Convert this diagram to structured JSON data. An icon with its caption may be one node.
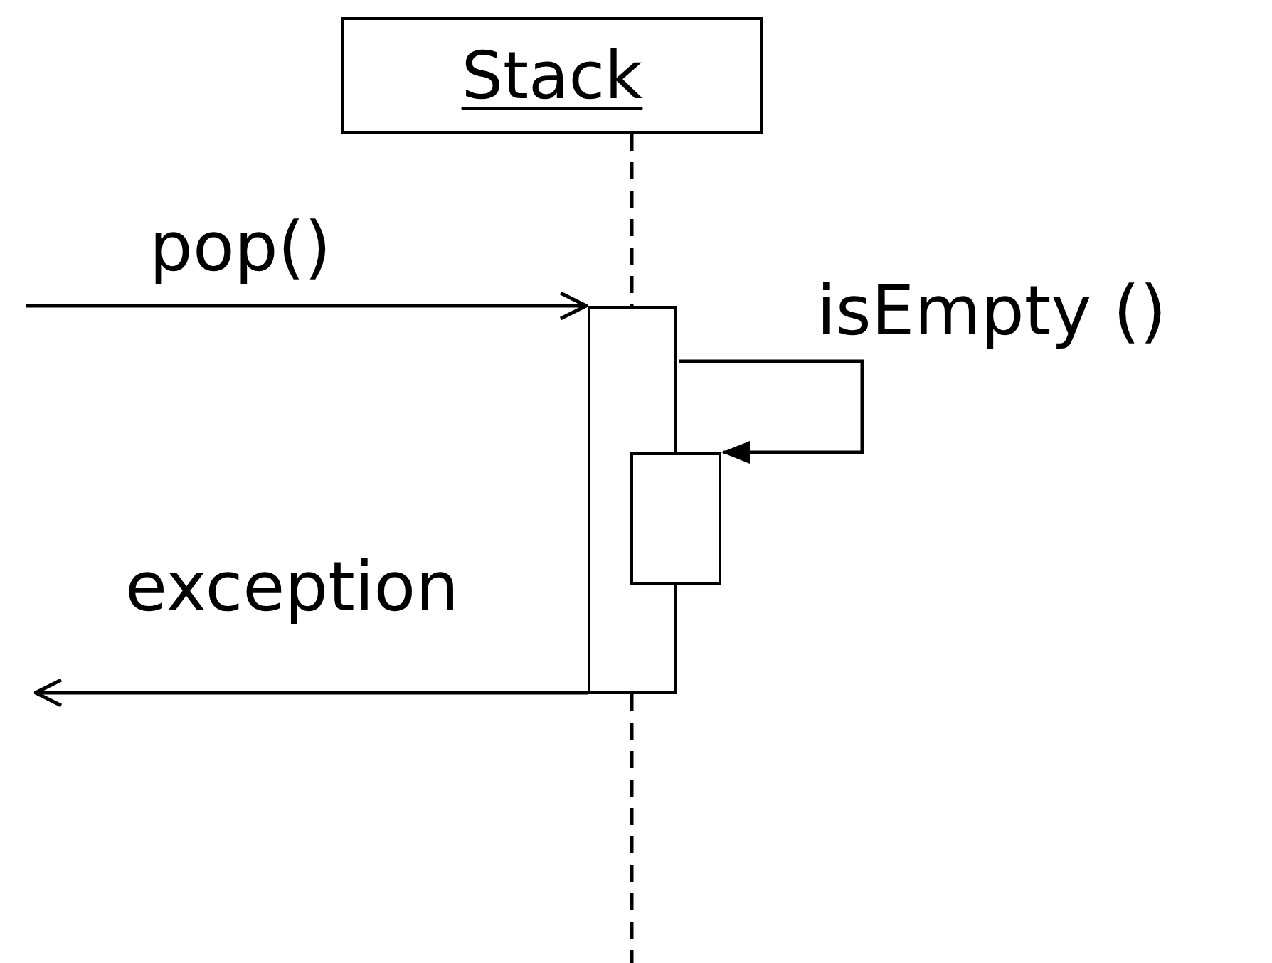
{
  "diagram": {
    "nodes": [
      {
        "text": [
          "Stack"
        ]
      },
      {
        "text": [],
        "shape": "bar"
      },
      {
        "text": [],
        "shape": "bar"
      }
    ],
    "edges": [
      {
        "from": 0,
        "to": 1,
        "arrow": "none",
        "style": "dashed"
      },
      {
        "from": null,
        "to": 1,
        "arrow": "to",
        "label": "pop()"
      },
      {
        "from": 1,
        "to": 2,
        "arrow": "to",
        "label": "isEmpty ()"
      },
      {
        "from": 1,
        "to": null,
        "arrow": "to",
        "label": "exception"
      }
    ]
  }
}
